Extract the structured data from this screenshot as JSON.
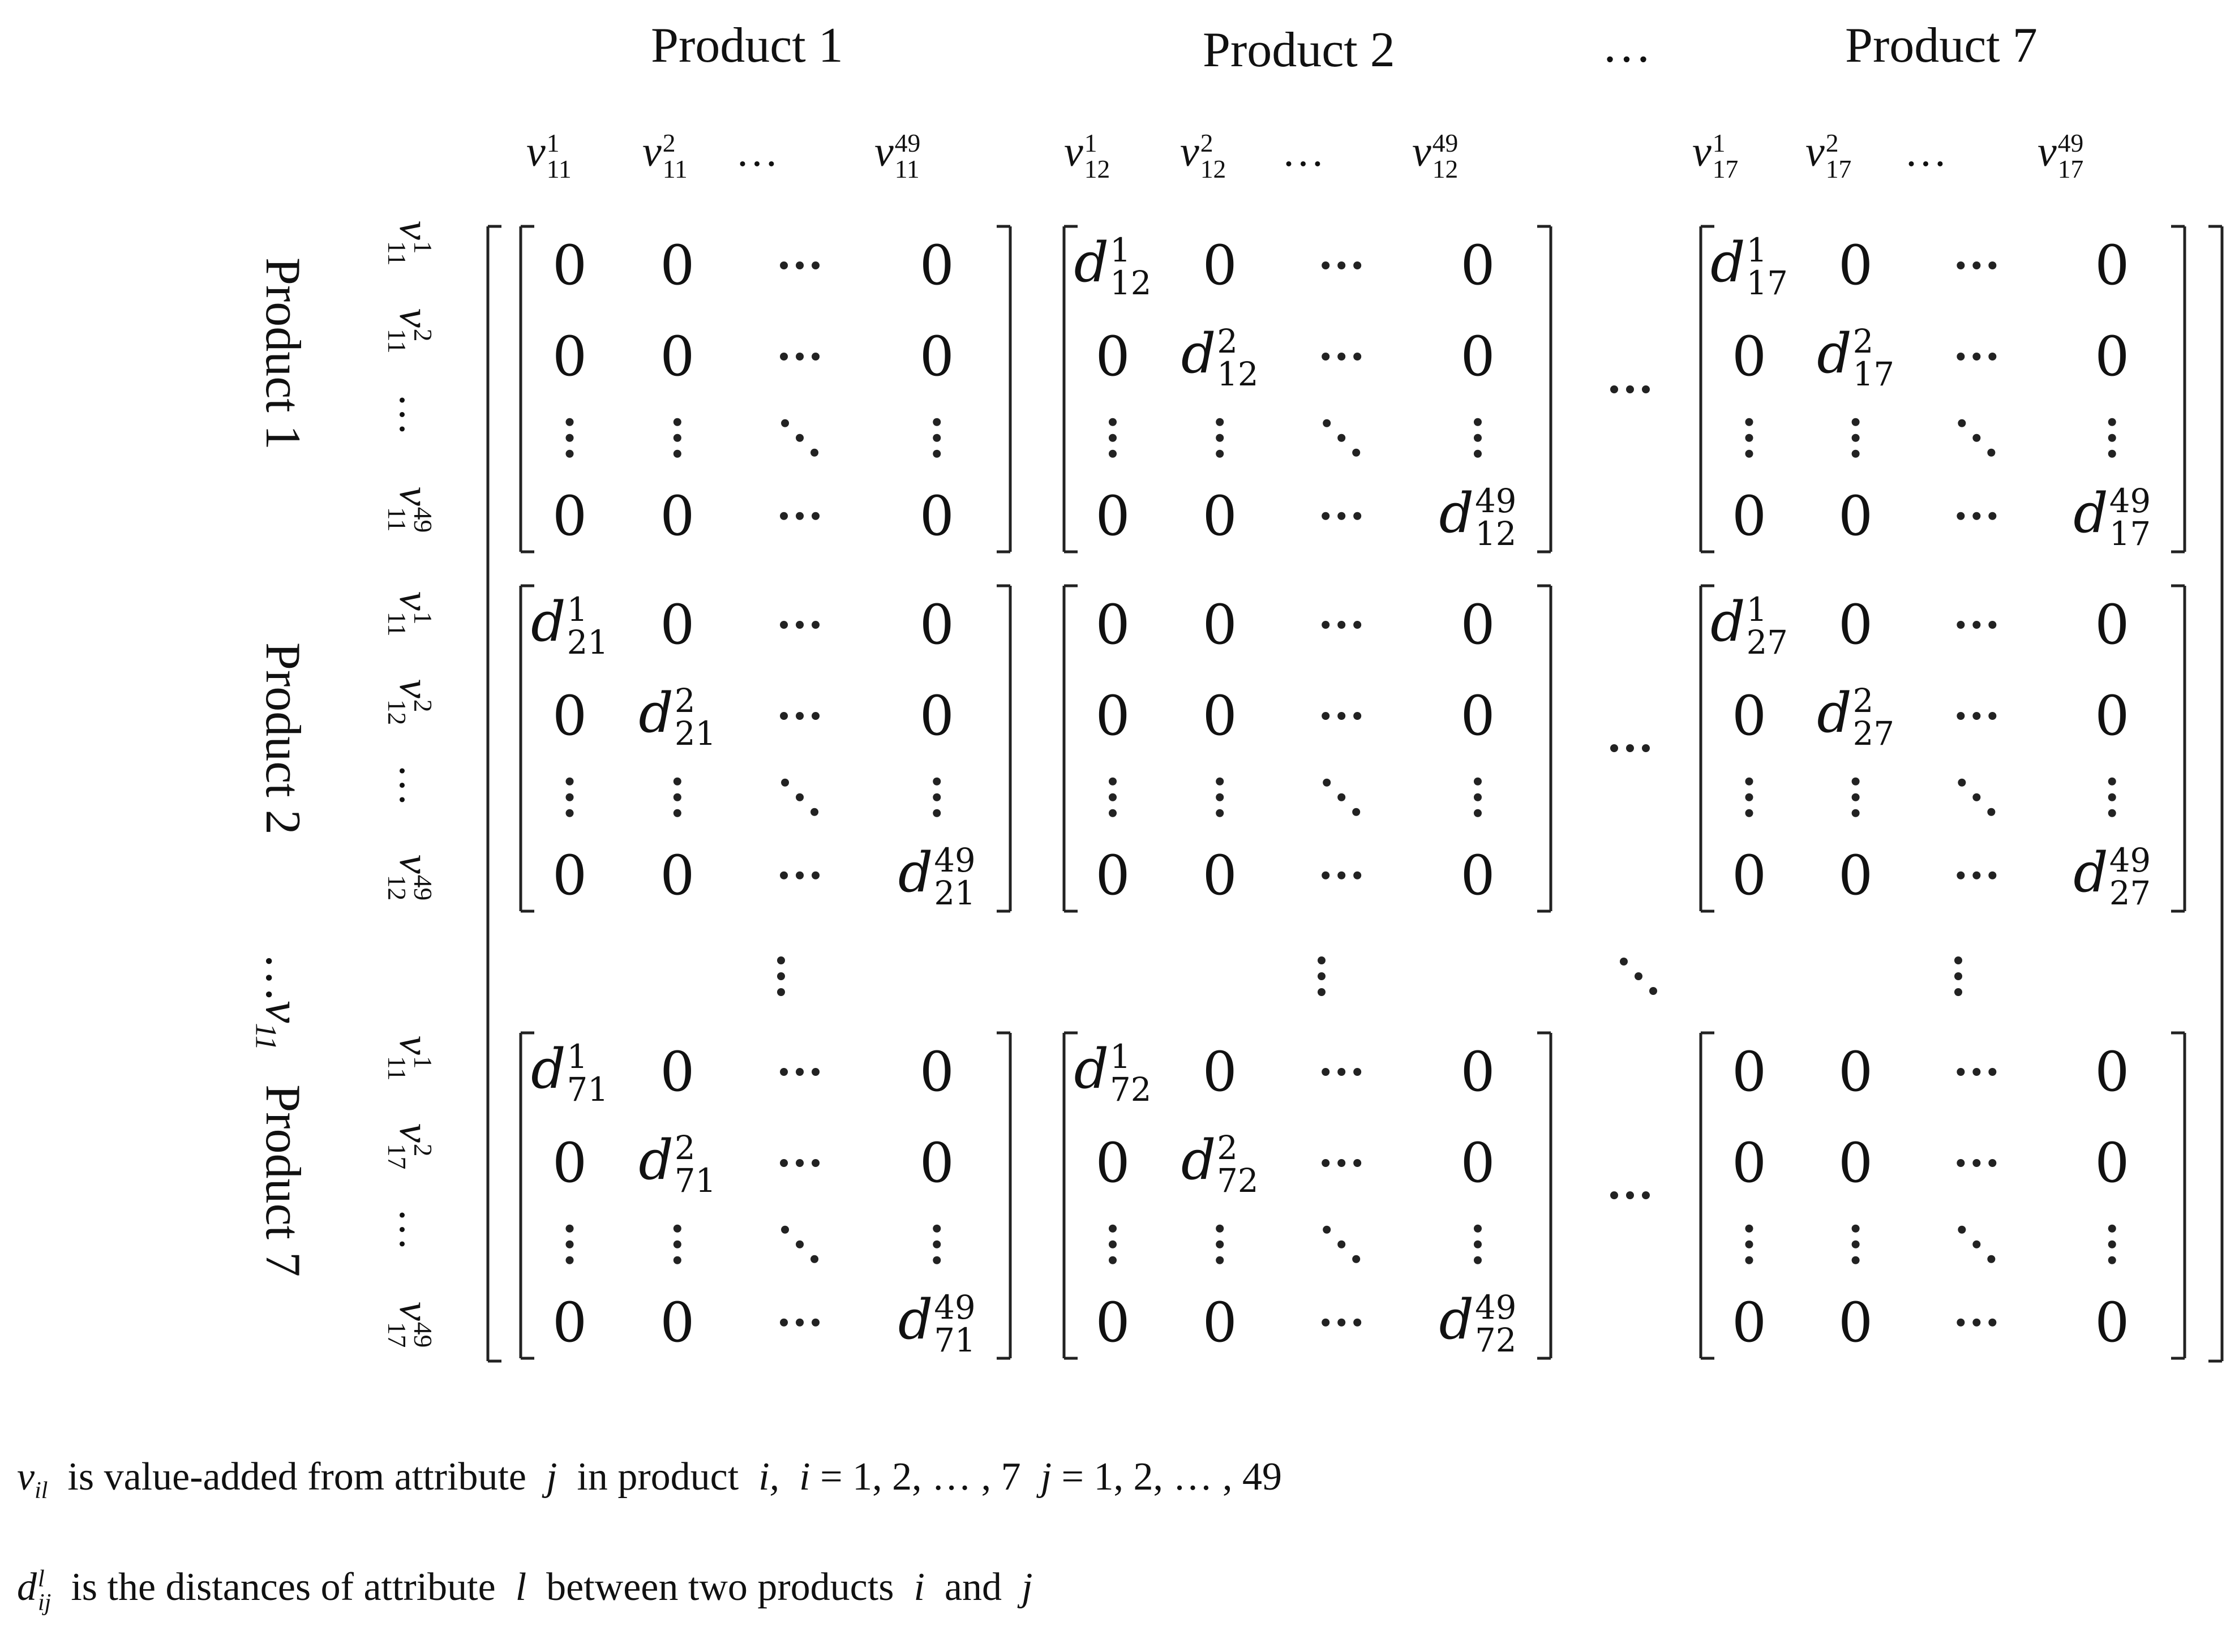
{
  "column_headers": {
    "product_1": "Product 1",
    "product_2": "Product 2",
    "ellipsis": "…",
    "product_7": "Product 7"
  },
  "row_headers": {
    "product_1": "Product 1",
    "product_2": "Product 2",
    "product_7_prefix": "…v",
    "product_7_prefix_sub": "11",
    "product_7": "Product 7"
  },
  "column_variable_labels": [
    [
      "v",
      "11",
      "1"
    ],
    [
      "v",
      "11",
      "2"
    ],
    [
      "…",
      "",
      ""
    ],
    [
      "v",
      "11",
      "49"
    ],
    [
      "v",
      "12",
      "1"
    ],
    [
      "v",
      "12",
      "2"
    ],
    [
      "…",
      "",
      ""
    ],
    [
      "v",
      "12",
      "49"
    ],
    [
      "v",
      "17",
      "1"
    ],
    [
      "v",
      "17",
      "2"
    ],
    [
      "…",
      "",
      ""
    ],
    [
      "v",
      "17",
      "49"
    ]
  ],
  "row_variable_labels": {
    "block_1": [
      [
        "v",
        "11",
        "1"
      ],
      [
        "v",
        "11",
        "2"
      ],
      [
        "…",
        "",
        ""
      ],
      [
        "v",
        "11",
        "49"
      ]
    ],
    "block_2": [
      [
        "v",
        "11",
        "1"
      ],
      [
        "v",
        "12",
        "2"
      ],
      [
        "…",
        "",
        ""
      ],
      [
        "v",
        "12",
        "49"
      ]
    ],
    "block_3": [
      [
        "v",
        "11",
        "1"
      ],
      [
        "v",
        "17",
        "2"
      ],
      [
        "…",
        "",
        ""
      ],
      [
        "v",
        "17",
        "49"
      ]
    ]
  },
  "zero": "0",
  "dist_symbol": "d",
  "blocks": {
    "b11": "zero",
    "b12": "12",
    "b17": "17",
    "b21": "21",
    "b22": "zero",
    "b27": "27",
    "b71": "71",
    "b72": "72",
    "b77": "zero"
  },
  "diag_sups": [
    "1",
    "2",
    "49"
  ],
  "legend": {
    "line1": {
      "var": "v",
      "var_sub": "il",
      "text1": "is value-added from attribute",
      "j1": "j",
      "text2": "in product",
      "i1": "i,",
      "i2": "i",
      "eq1": "= 1, 2, … , 7",
      "j2": "j",
      "eq2": "= 1, 2, … , 49"
    },
    "line2": {
      "var": "d",
      "var_sub": "ij",
      "var_sup": "l",
      "text1": "is the distances of attribute",
      "l": "l",
      "text2": "between two products",
      "i": "i",
      "and": "and",
      "j": "j"
    }
  }
}
